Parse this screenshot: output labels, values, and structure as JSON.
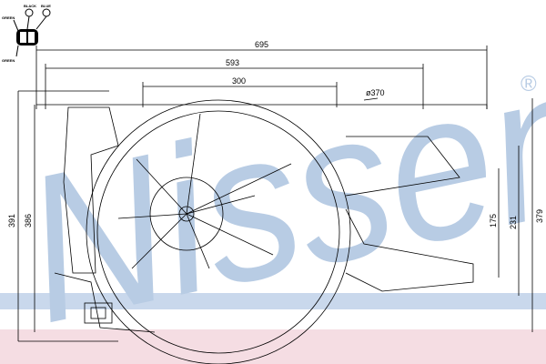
{
  "watermark": {
    "brand": "Nissens",
    "registered": "®"
  },
  "dimensions": {
    "width_total": "695",
    "width_mid": "593",
    "width_inner": "300",
    "fan_diameter": "ø370",
    "height_total": "391",
    "height_2": "386",
    "height_right": "379",
    "height_mid": "231",
    "height_small": "175"
  },
  "connector": {
    "pin_black": "BLACK",
    "pin_blue": "BLUE",
    "pin_left_top": "GREEN",
    "pin_left_bottom": "GREEN"
  },
  "colors": {
    "watermark": "#b8cce4",
    "band": "#f2d7df"
  }
}
